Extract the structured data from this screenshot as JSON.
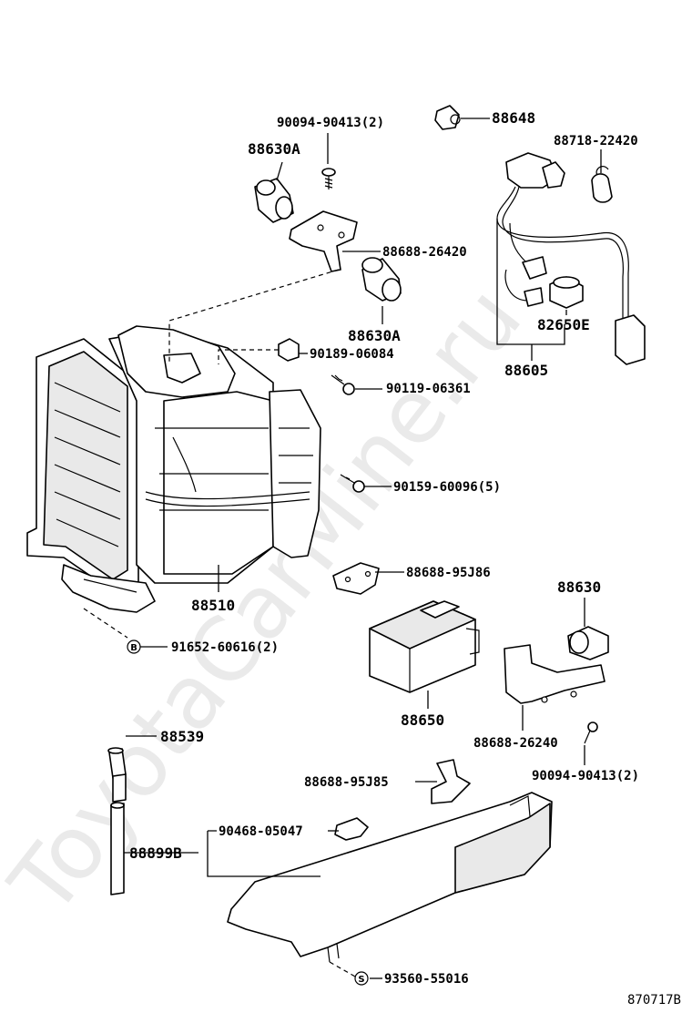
{
  "watermark": "ToyotaCarMine.ru",
  "figure_code": "870717B",
  "callouts": {
    "c_88648": "88648",
    "c_90094_top": "90094-90413(2)",
    "c_88718": "88718-22420",
    "c_88630A_top": "88630A",
    "c_88688_26420": "88688-26420",
    "c_88630A_mid": "88630A",
    "c_82650E": "82650E",
    "c_88605": "88605",
    "c_90189": "90189-06084",
    "c_90119": "90119-06361",
    "c_90159": "90159-60096(5)",
    "c_88688_95J86": "88688-95J86",
    "c_88510": "88510",
    "c_91652": "91652-60616(2)",
    "c_88630": "88630",
    "c_88650": "88650",
    "c_88688_26240": "88688-26240",
    "c_90094_bot": "90094-90413(2)",
    "c_88539": "88539",
    "c_88688_95J85": "88688-95J85",
    "c_90468": "90468-05047",
    "c_88899B": "88899B",
    "c_93560": "93560-55016"
  },
  "markers": {
    "b": "B",
    "s": "S"
  }
}
